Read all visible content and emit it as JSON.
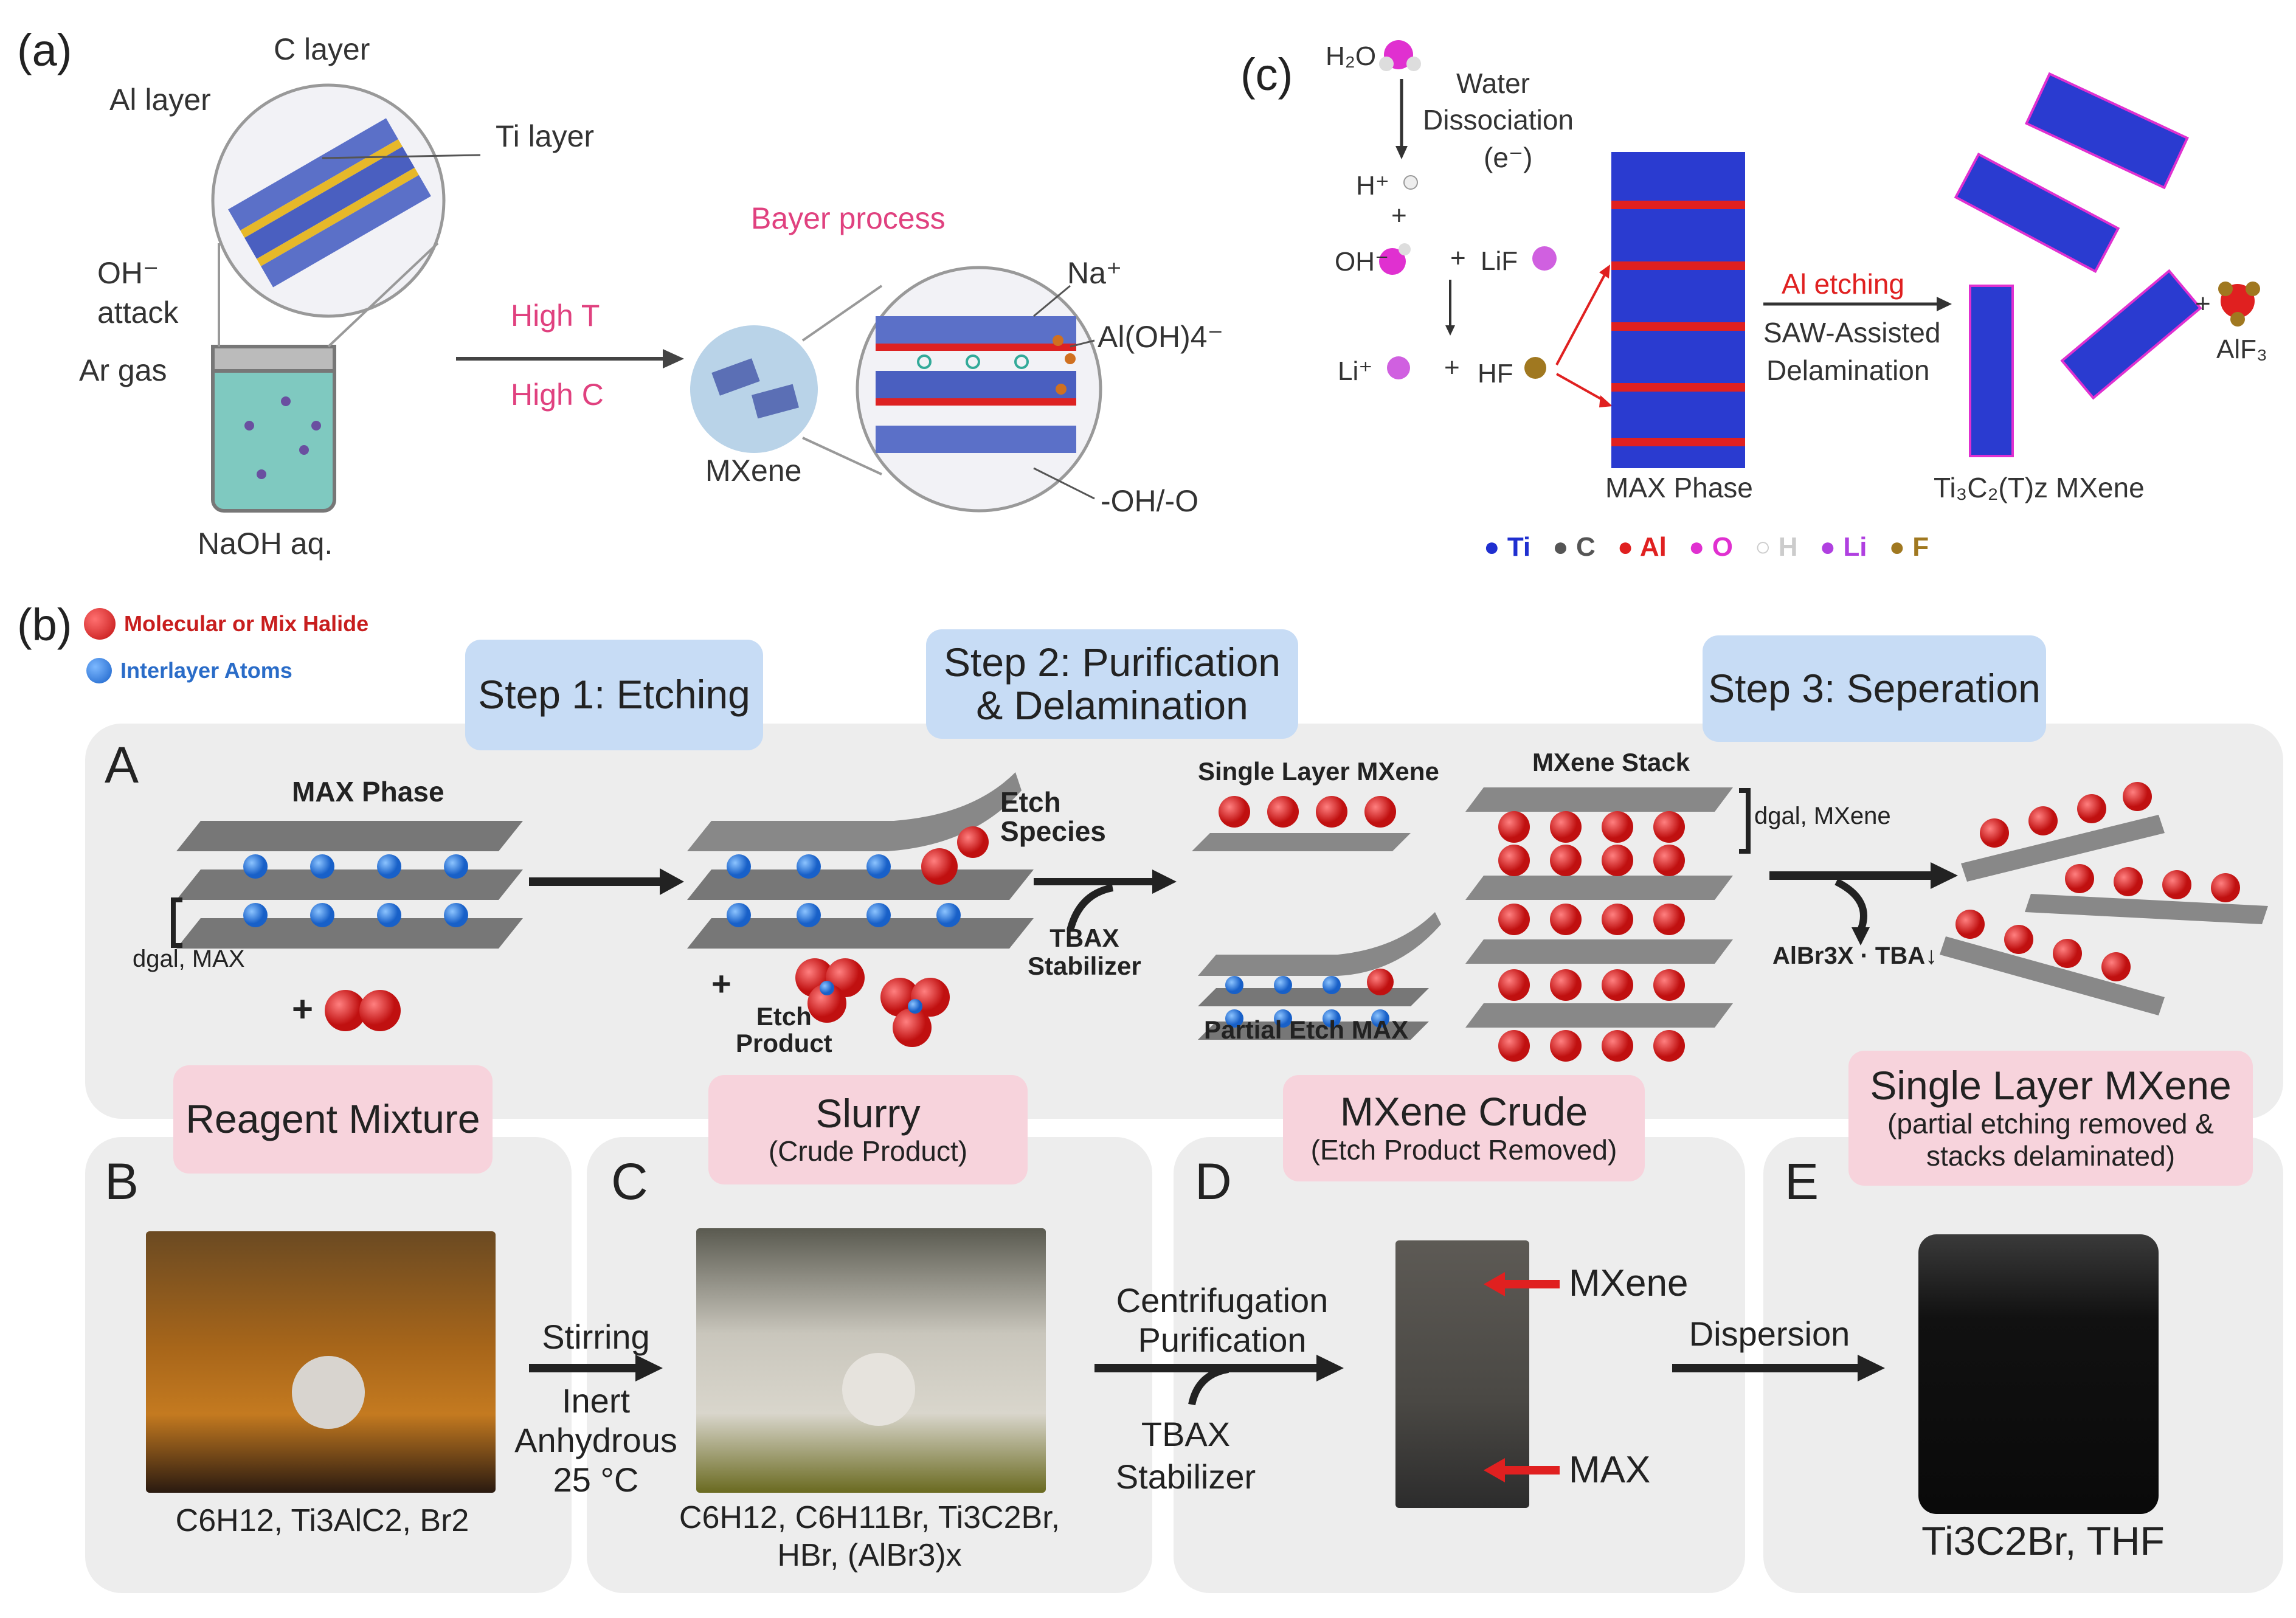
{
  "panel_a": {
    "letter": "(a)",
    "c_layer": "C layer",
    "al_layer": "Al layer",
    "ti_layer": "Ti layer",
    "oh_attack": "OH⁻",
    "attack": "attack",
    "ar_gas": "Ar gas",
    "naoh": "NaOH aq.",
    "high_t": "High T",
    "high_c": "High C",
    "bayer": "Bayer process",
    "mxene": "MXene",
    "na": "Na⁺",
    "aloh4": "Al(OH)4⁻",
    "oh_o": "-OH/-O"
  },
  "panel_c": {
    "letter": "(c)",
    "h2o": "H₂O",
    "water_diss_1": "Water",
    "water_diss_2": "Dissociation",
    "water_diss_3": "(e⁻)",
    "h_plus": "H⁺",
    "plus": "+",
    "oh_minus": "OH⁻",
    "lif": "LiF",
    "li_plus": "Li⁺",
    "hf": "HF",
    "max_phase": "MAX Phase",
    "al_etching": "Al etching",
    "saw_1": "SAW-Assisted",
    "saw_2": "Delamination",
    "mxene_label": "Ti₃C₂(T)z MXene",
    "alf3": "AlF₃",
    "legend": [
      {
        "label": "Ti",
        "color": "#1f2fd0"
      },
      {
        "label": "C",
        "color": "#555555"
      },
      {
        "label": "Al",
        "color": "#e02020"
      },
      {
        "label": "O",
        "color": "#e030d0"
      },
      {
        "label": "H",
        "color": "#cccccc"
      },
      {
        "label": "Li",
        "color": "#b040e0"
      },
      {
        "label": "F",
        "color": "#a07820"
      }
    ]
  },
  "panel_b": {
    "letter": "(b)",
    "legend_red": "Molecular or Mix Halide",
    "legend_blue": "Interlayer Atoms",
    "step1": "Step 1: Etching",
    "step2_1": "Step 2: Purification",
    "step2_2": "& Delamination",
    "step3": "Step 3: Seperation",
    "row_a": "A",
    "max_phase": "MAX Phase",
    "dgal_max": "dgal, MAX",
    "etch_species_1": "Etch",
    "etch_species_2": "Species",
    "etch_product_1": "Etch",
    "etch_product_2": "Product",
    "tbax_1": "TBAX",
    "tbax_2": "Stabilizer",
    "single_layer": "Single Layer MXene",
    "mxene_stack": "MXene Stack",
    "dgal_mxene": "dgal, MXene",
    "partial_etch": "Partial Etch MAX",
    "albr": "AlBr3X · TBA↓",
    "plus": "+",
    "reagent": "Reagent Mixture",
    "slurry": "Slurry",
    "slurry_sub": "(Crude Product)",
    "crude": "MXene Crude",
    "crude_sub": "(Etch Product Removed)",
    "single": "Single Layer MXene",
    "single_sub_1": "(partial etching removed &",
    "single_sub_2": "stacks delaminated)",
    "b": "B",
    "c": "C",
    "d": "D",
    "e": "E",
    "cap_b": "C6H12, Ti3AlC2, Br2",
    "cap_c_1": "C6H12, C6H11Br, Ti3C2Br,",
    "cap_c_2": "HBr, (AlBr3)x",
    "cap_e": "Ti3C2Br, THF",
    "stirring": "Stirring",
    "inert": "Inert",
    "anhydrous": "Anhydrous",
    "temp": "25 °C",
    "centri_1": "Centrifugation",
    "centri_2": "Purification",
    "tbax_d_1": "TBAX",
    "tbax_d_2": "Stabilizer",
    "mxene_arrow": "MXene",
    "max_arrow": "MAX",
    "dispersion": "Dispersion"
  }
}
